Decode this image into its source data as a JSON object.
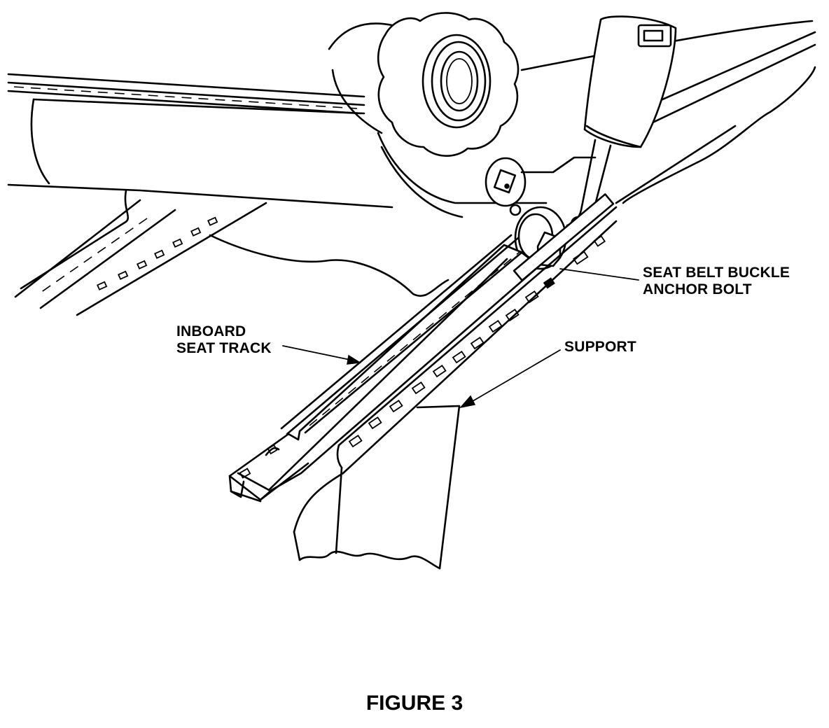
{
  "figure": {
    "caption": "FIGURE 3",
    "line_color": "#000000",
    "background_color": "#ffffff"
  },
  "callouts": {
    "inboard_seat_track": {
      "line1": "INBOARD",
      "line2": "SEAT TRACK"
    },
    "seat_belt_buckle_anchor_bolt": {
      "line1": "SEAT BELT BUCKLE",
      "line2": "ANCHOR BOLT"
    },
    "support": {
      "line1": "SUPPORT"
    }
  }
}
